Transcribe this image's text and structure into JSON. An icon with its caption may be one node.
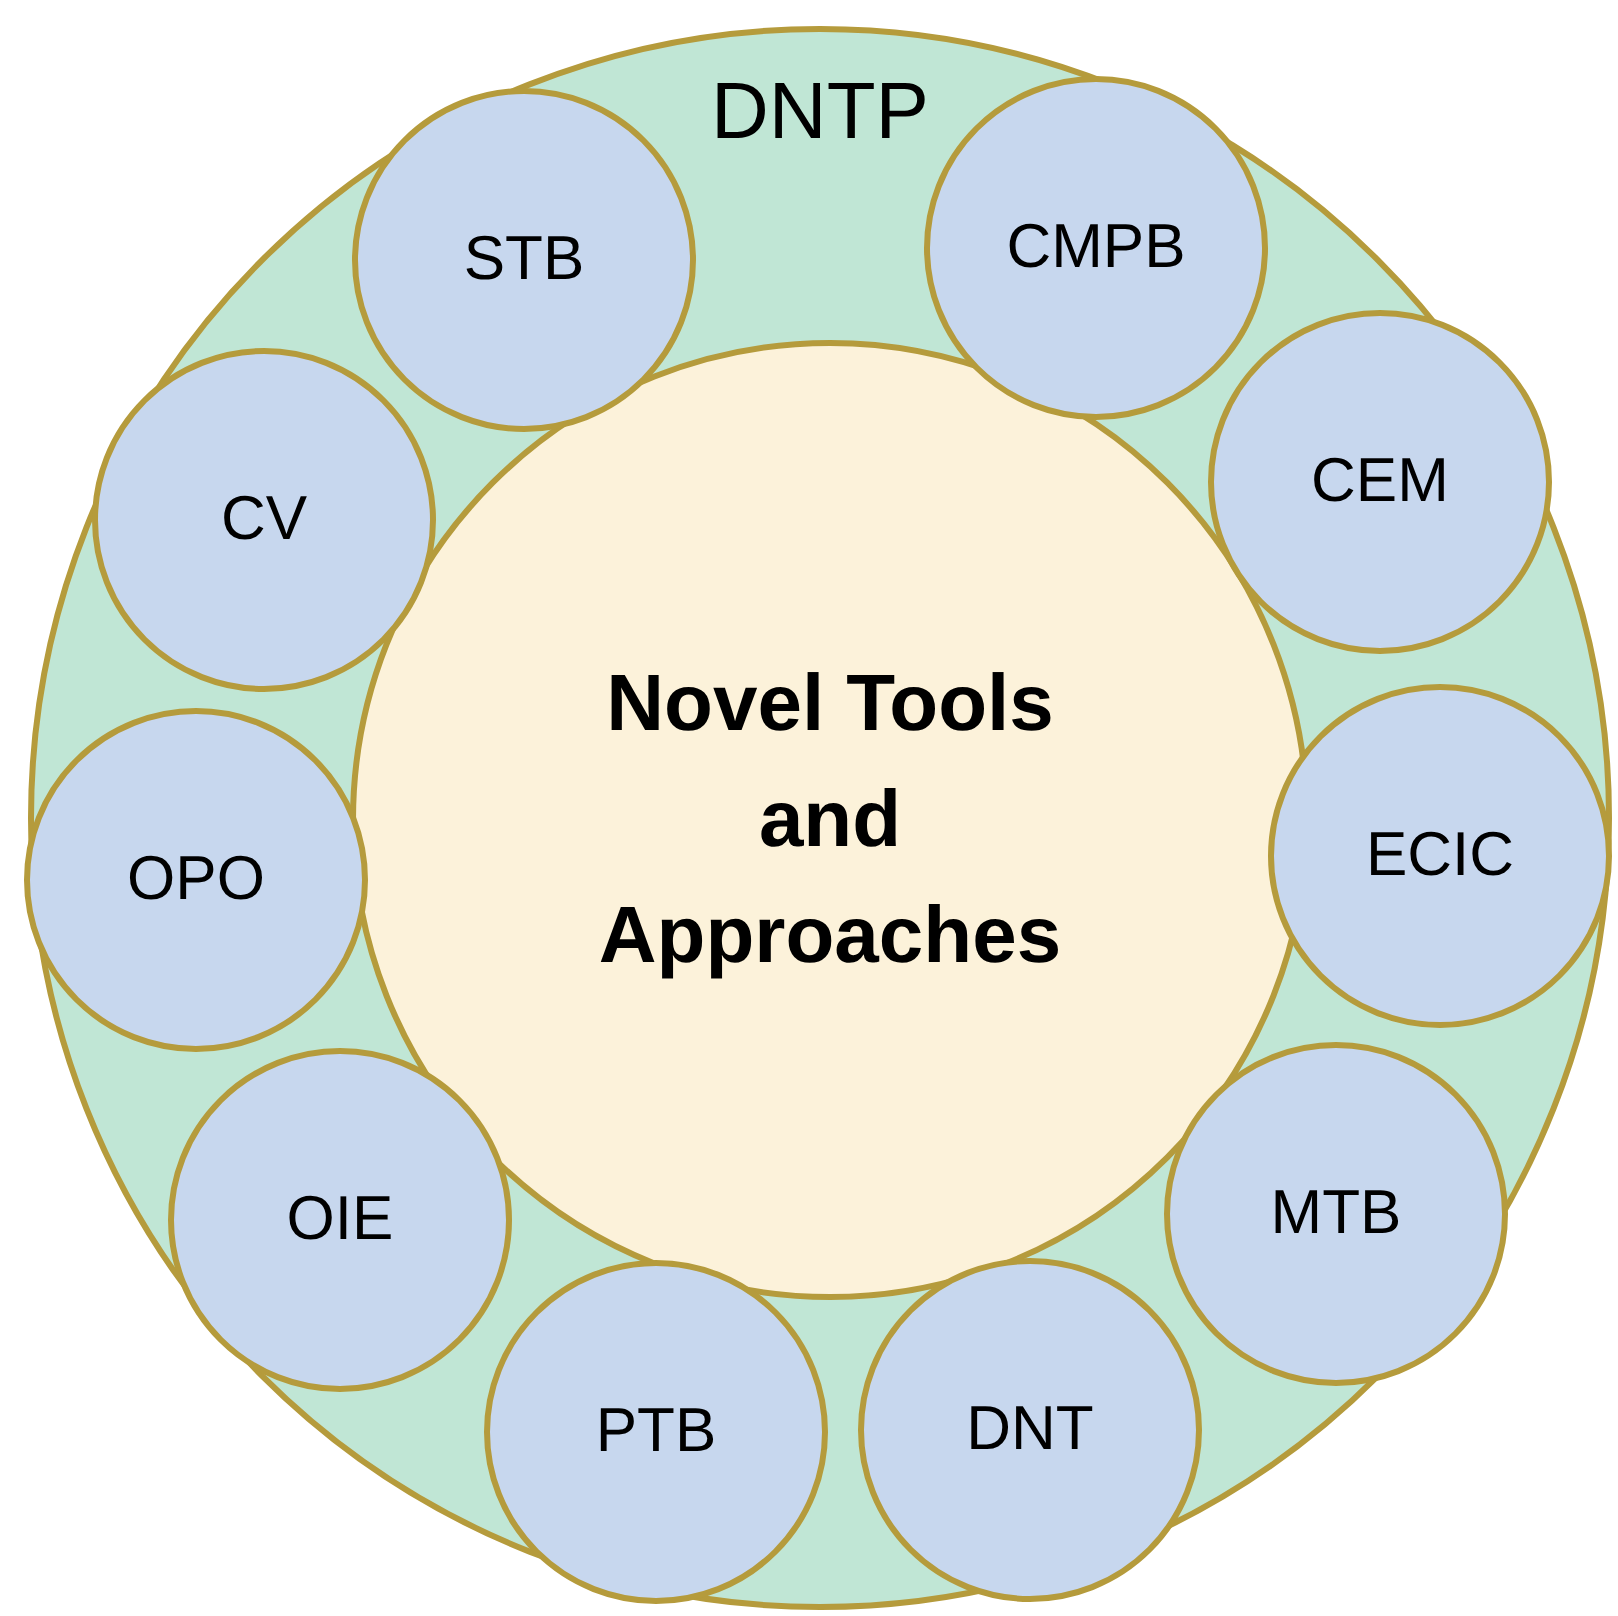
{
  "diagram": {
    "nodes": [
      {
        "text": [
          "DNTP"
        ]
      },
      {
        "text": [
          "Novel Tools and Approaches"
        ],
        "in": 0
      },
      {
        "text": [
          "STB"
        ],
        "in": 0
      },
      {
        "text": [
          "CMPB"
        ],
        "in": 0
      },
      {
        "text": [
          "CEM"
        ],
        "in": 0
      },
      {
        "text": [
          "ECIC"
        ],
        "in": 0
      },
      {
        "text": [
          "MTB"
        ],
        "in": 0
      },
      {
        "text": [
          "DNT"
        ],
        "in": 0
      },
      {
        "text": [
          "PTB"
        ],
        "in": 0
      },
      {
        "text": [
          "OIE"
        ],
        "in": 0
      },
      {
        "text": [
          "OPO"
        ],
        "in": 0
      },
      {
        "text": [
          "CV"
        ],
        "in": 0
      }
    ]
  }
}
